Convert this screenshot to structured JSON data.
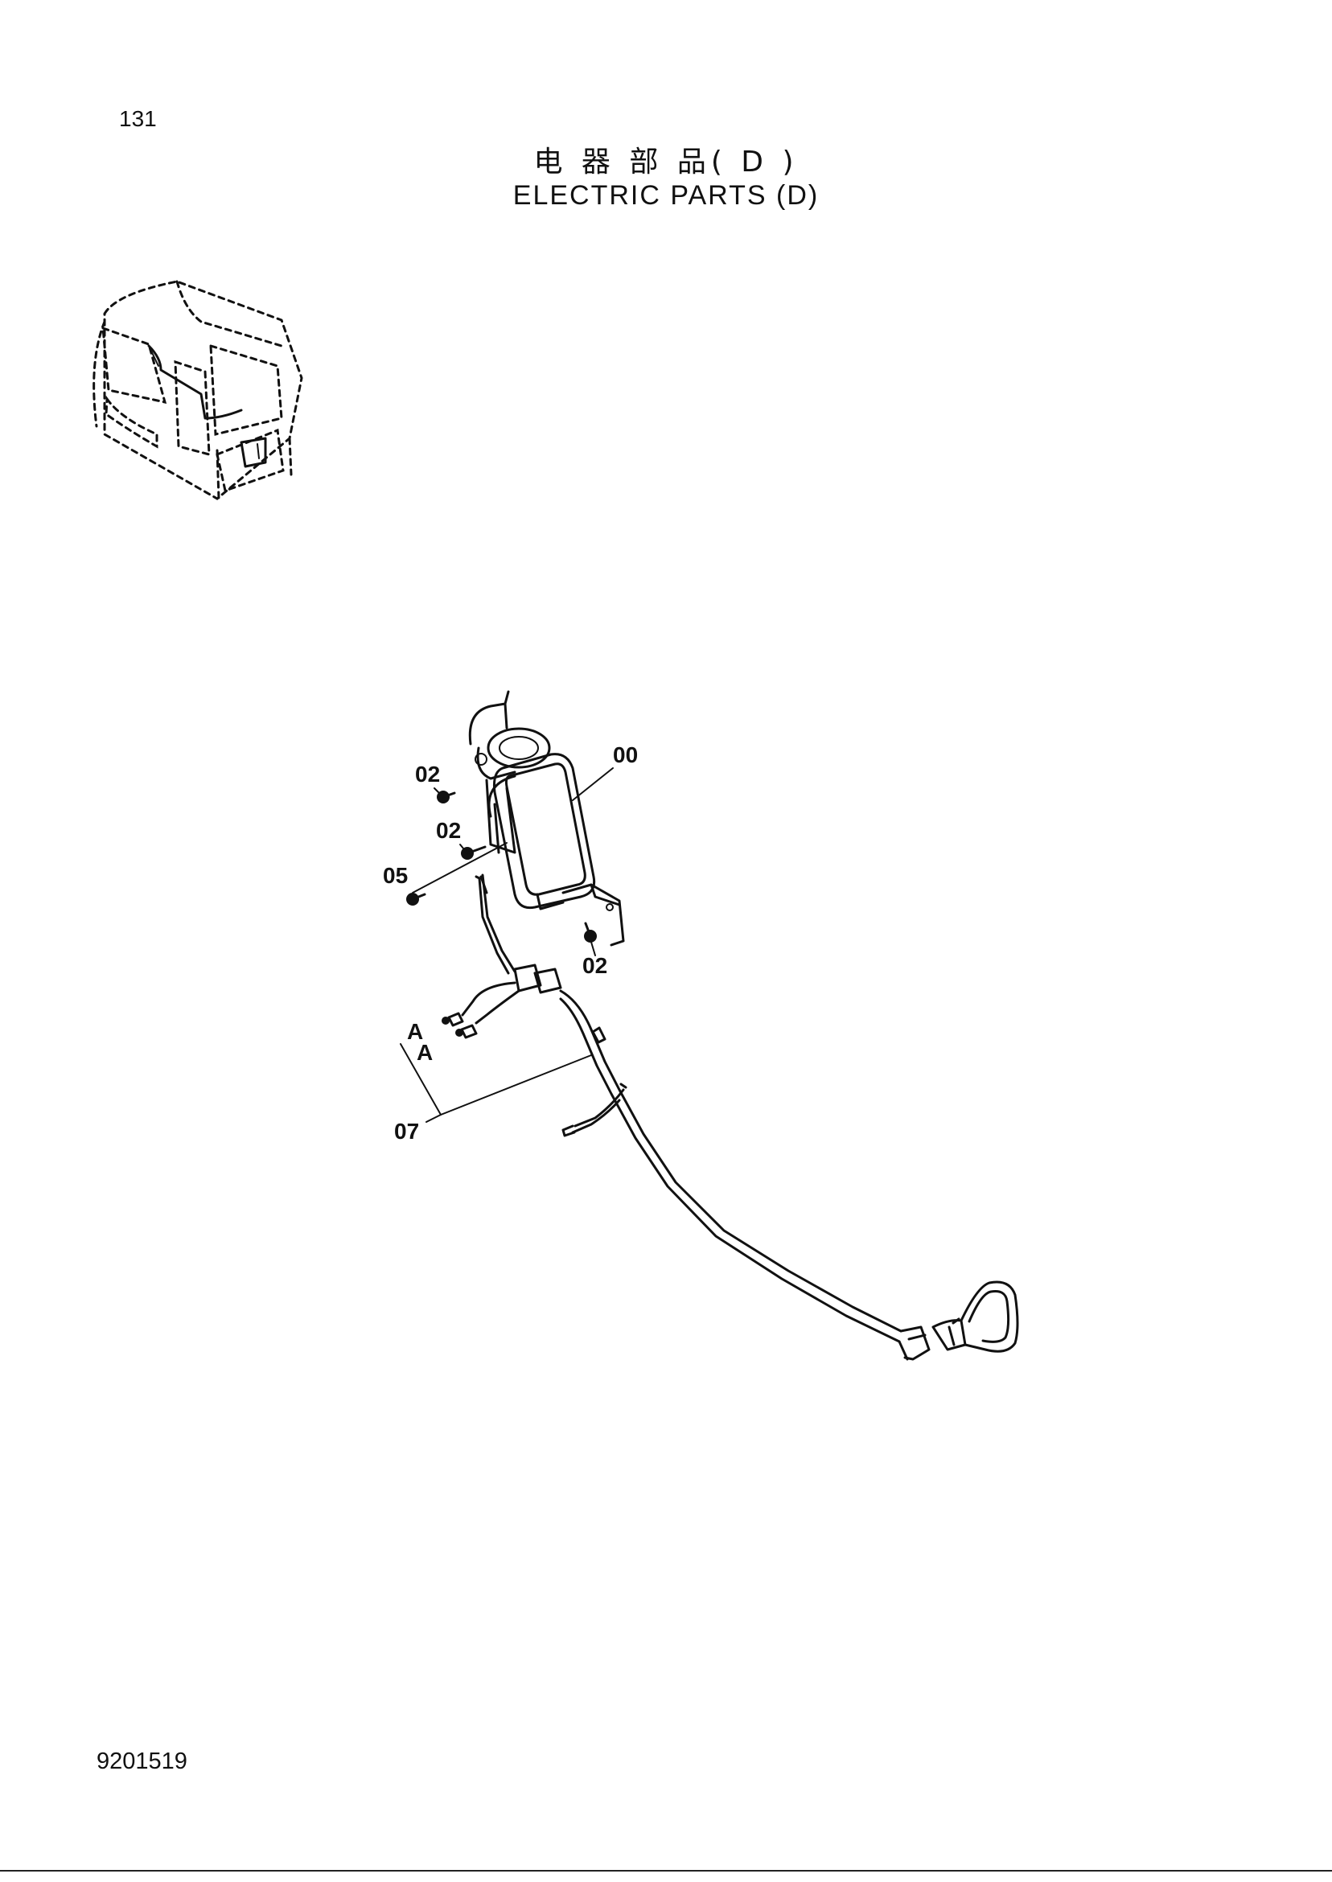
{
  "header": {
    "page_number": "131",
    "title_zh": "电 器 部 品( D )",
    "title_en": "ELECTRIC PARTS (D)"
  },
  "footer": {
    "document_code": "9201519"
  },
  "callouts": [
    {
      "id": "00",
      "label": "00"
    },
    {
      "id": "02a",
      "label": "02"
    },
    {
      "id": "02b",
      "label": "02"
    },
    {
      "id": "02c",
      "label": "02"
    },
    {
      "id": "05",
      "label": "05"
    },
    {
      "id": "07",
      "label": "07"
    },
    {
      "id": "A1",
      "label": "A"
    },
    {
      "id": "A2",
      "label": "A"
    }
  ]
}
